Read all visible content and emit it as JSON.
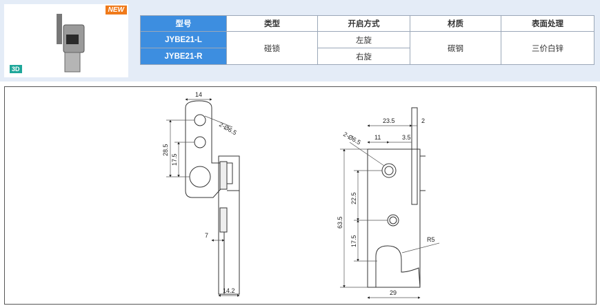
{
  "header": {
    "new_badge": "NEW",
    "badge_3d": "3D"
  },
  "table": {
    "headers": [
      "型号",
      "类型",
      "开启方式",
      "材质",
      "表面处理"
    ],
    "models": [
      "JYBE21-L",
      "JYBE21-R"
    ],
    "type": "碰锁",
    "opening": [
      "左旋",
      "右旋"
    ],
    "material": "碳钢",
    "finish": "三价白锌"
  },
  "dims_left": {
    "d14": "14",
    "hole": "2-Ø6.5",
    "d28_5": "28.5",
    "d17_5": "17.5",
    "d7": "7",
    "d14_2": "14.2"
  },
  "dims_right": {
    "hole": "2-Ø6.5",
    "d23_5": "23.5",
    "d2": "2",
    "d11": "11",
    "d3_5": "3.5",
    "d22_5": "22.5",
    "d63_5": "63.5",
    "d17_5": "17.5",
    "r5": "R5",
    "d29": "29"
  },
  "colors": {
    "header_blue": "#3d8ee0",
    "band": "#e4ecf7",
    "new_orange": "#f07a1a",
    "badge_teal": "#1fa79a"
  }
}
